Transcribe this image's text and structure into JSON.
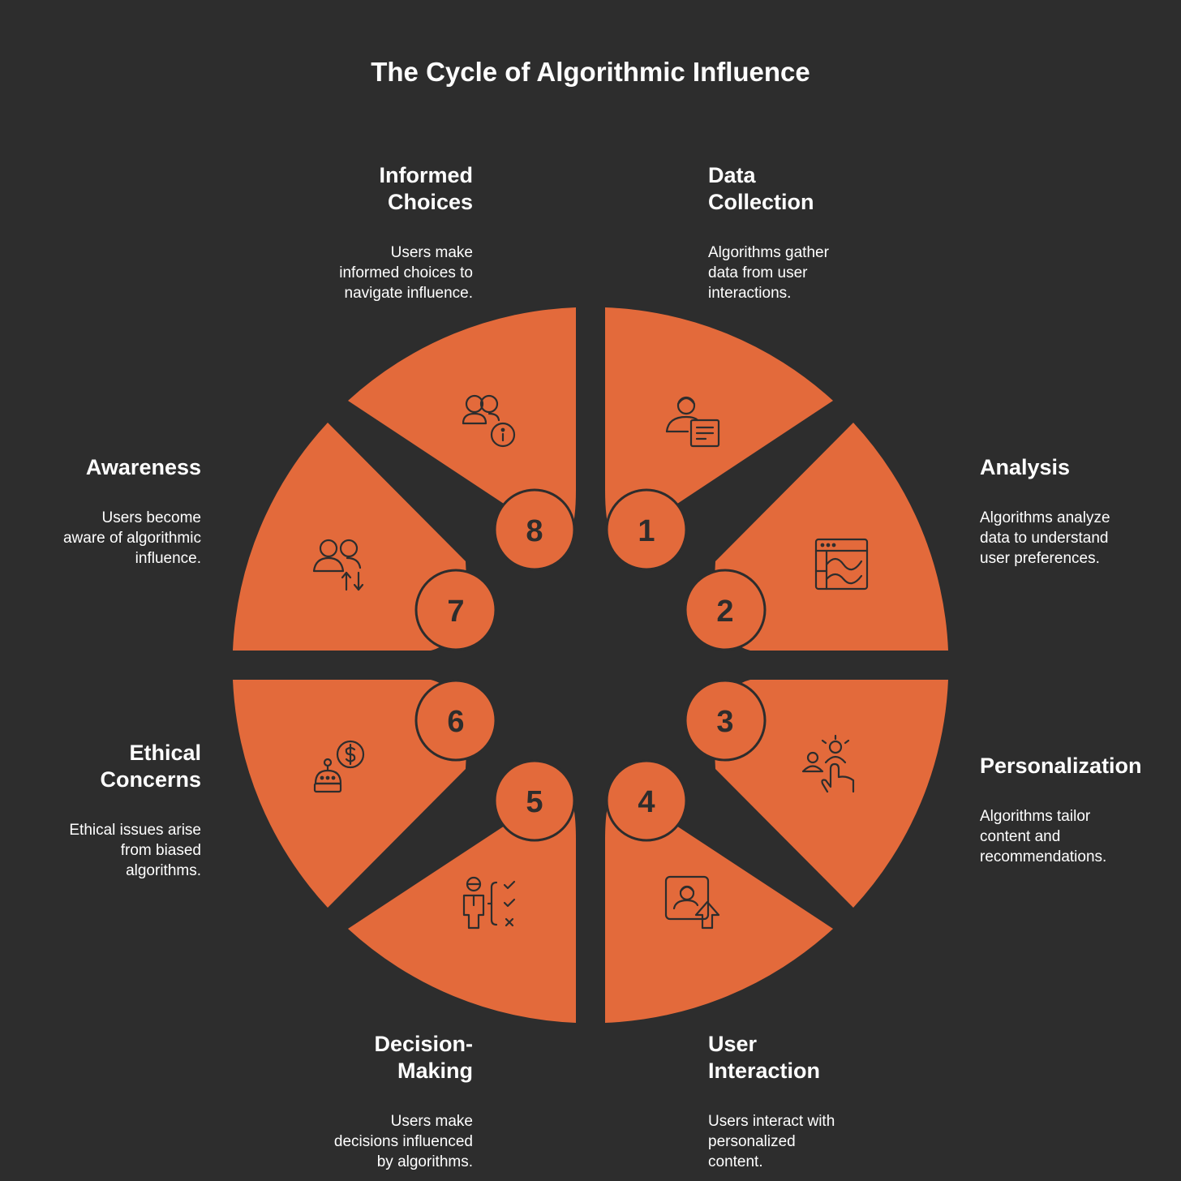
{
  "title": "The Cycle of Algorithmic Influence",
  "colors": {
    "background": "#2d2d2d",
    "segment": "#e36a3b",
    "text": "#ffffff",
    "ink": "#2d2d2d"
  },
  "steps": [
    {
      "number": "1",
      "title": "Data\nCollection",
      "description": "Algorithms gather\ndata from user\ninteractions.",
      "icon": "user-document-icon"
    },
    {
      "number": "2",
      "title": "Analysis",
      "description": "Algorithms analyze\ndata to understand\nuser preferences.",
      "icon": "analytics-window-icon"
    },
    {
      "number": "3",
      "title": "Personalization",
      "description": "Algorithms tailor\ncontent and\nrecommendations.",
      "icon": "user-select-pointer-icon"
    },
    {
      "number": "4",
      "title": "User\nInteraction",
      "description": "Users interact with\npersonalized\ncontent.",
      "icon": "profile-upload-icon"
    },
    {
      "number": "5",
      "title": "Decision-\nMaking",
      "description": "Users make\ndecisions influenced\nby algorithms.",
      "icon": "person-checklist-icon"
    },
    {
      "number": "6",
      "title": "Ethical\nConcerns",
      "description": "Ethical issues arise\nfrom biased\nalgorithms.",
      "icon": "robot-dollar-icon"
    },
    {
      "number": "7",
      "title": "Awareness",
      "description": "Users become\naware of algorithmic\ninfluence.",
      "icon": "users-exchange-icon"
    },
    {
      "number": "8",
      "title": "Informed\nChoices",
      "description": "Users make\ninformed choices to\nnavigate influence.",
      "icon": "users-info-icon"
    }
  ]
}
